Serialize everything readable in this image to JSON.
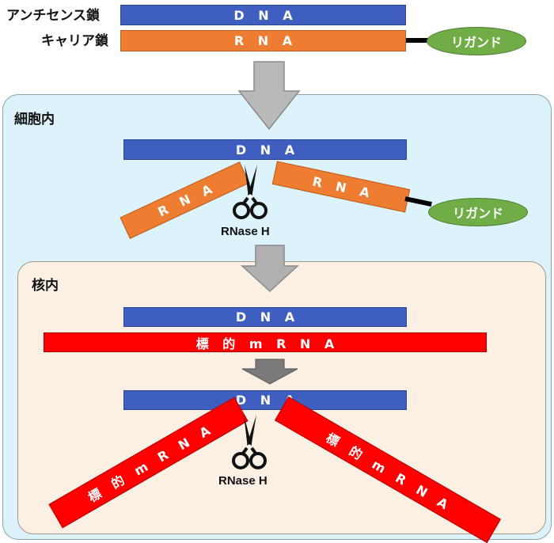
{
  "top": {
    "antisense_label": "アンチセンス鎖",
    "carrier_label": "キャリア鎖",
    "dna_label": "D N A",
    "rna_label": "R N A",
    "ligand_label": "リガンド"
  },
  "cell": {
    "title": "細胞内",
    "dna_label": "D N A",
    "rna_left_label": "R N A",
    "rna_right_label": "R N A",
    "ligand_label": "リガンド",
    "enzyme_label": "RNase H"
  },
  "nucleus": {
    "title": "核内",
    "dna_label": "D N A",
    "mrna_label": "標 的 m R N A",
    "dna2_label": "D N A",
    "mrna_left_label": "標 的 m R N A",
    "mrna_right_label": "標 的 m R N A",
    "enzyme_label": "RNase H"
  },
  "colors": {
    "dna": "#3f5fc0",
    "rna": "#ef7d31",
    "mrna": "#ff0000",
    "ligand": "#70ad47",
    "cell_bg": "#ddf3fc",
    "nucleus_bg": "#fcefe3"
  },
  "icons": [
    "down-arrow-icon",
    "scissors-icon"
  ]
}
